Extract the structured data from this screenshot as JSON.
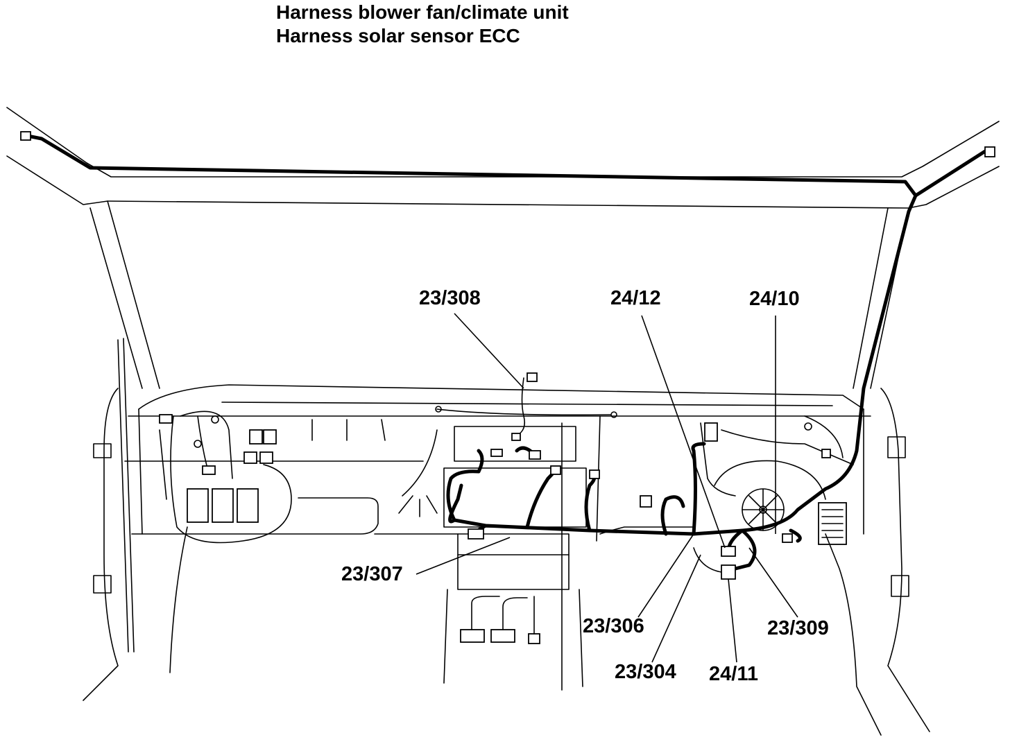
{
  "title": {
    "line1": "Harness blower fan/climate unit",
    "line2": "Harness solar sensor ECC"
  },
  "callouts": [
    {
      "id": "23-308",
      "text": "23/308"
    },
    {
      "id": "24-12",
      "text": "24/12"
    },
    {
      "id": "24-10",
      "text": "24/10"
    },
    {
      "id": "23-307",
      "text": "23/307"
    },
    {
      "id": "23-306",
      "text": "23/306"
    },
    {
      "id": "23-309",
      "text": "23/309"
    },
    {
      "id": "23-304",
      "text": "23/304"
    },
    {
      "id": "24-11",
      "text": "24/11"
    }
  ]
}
